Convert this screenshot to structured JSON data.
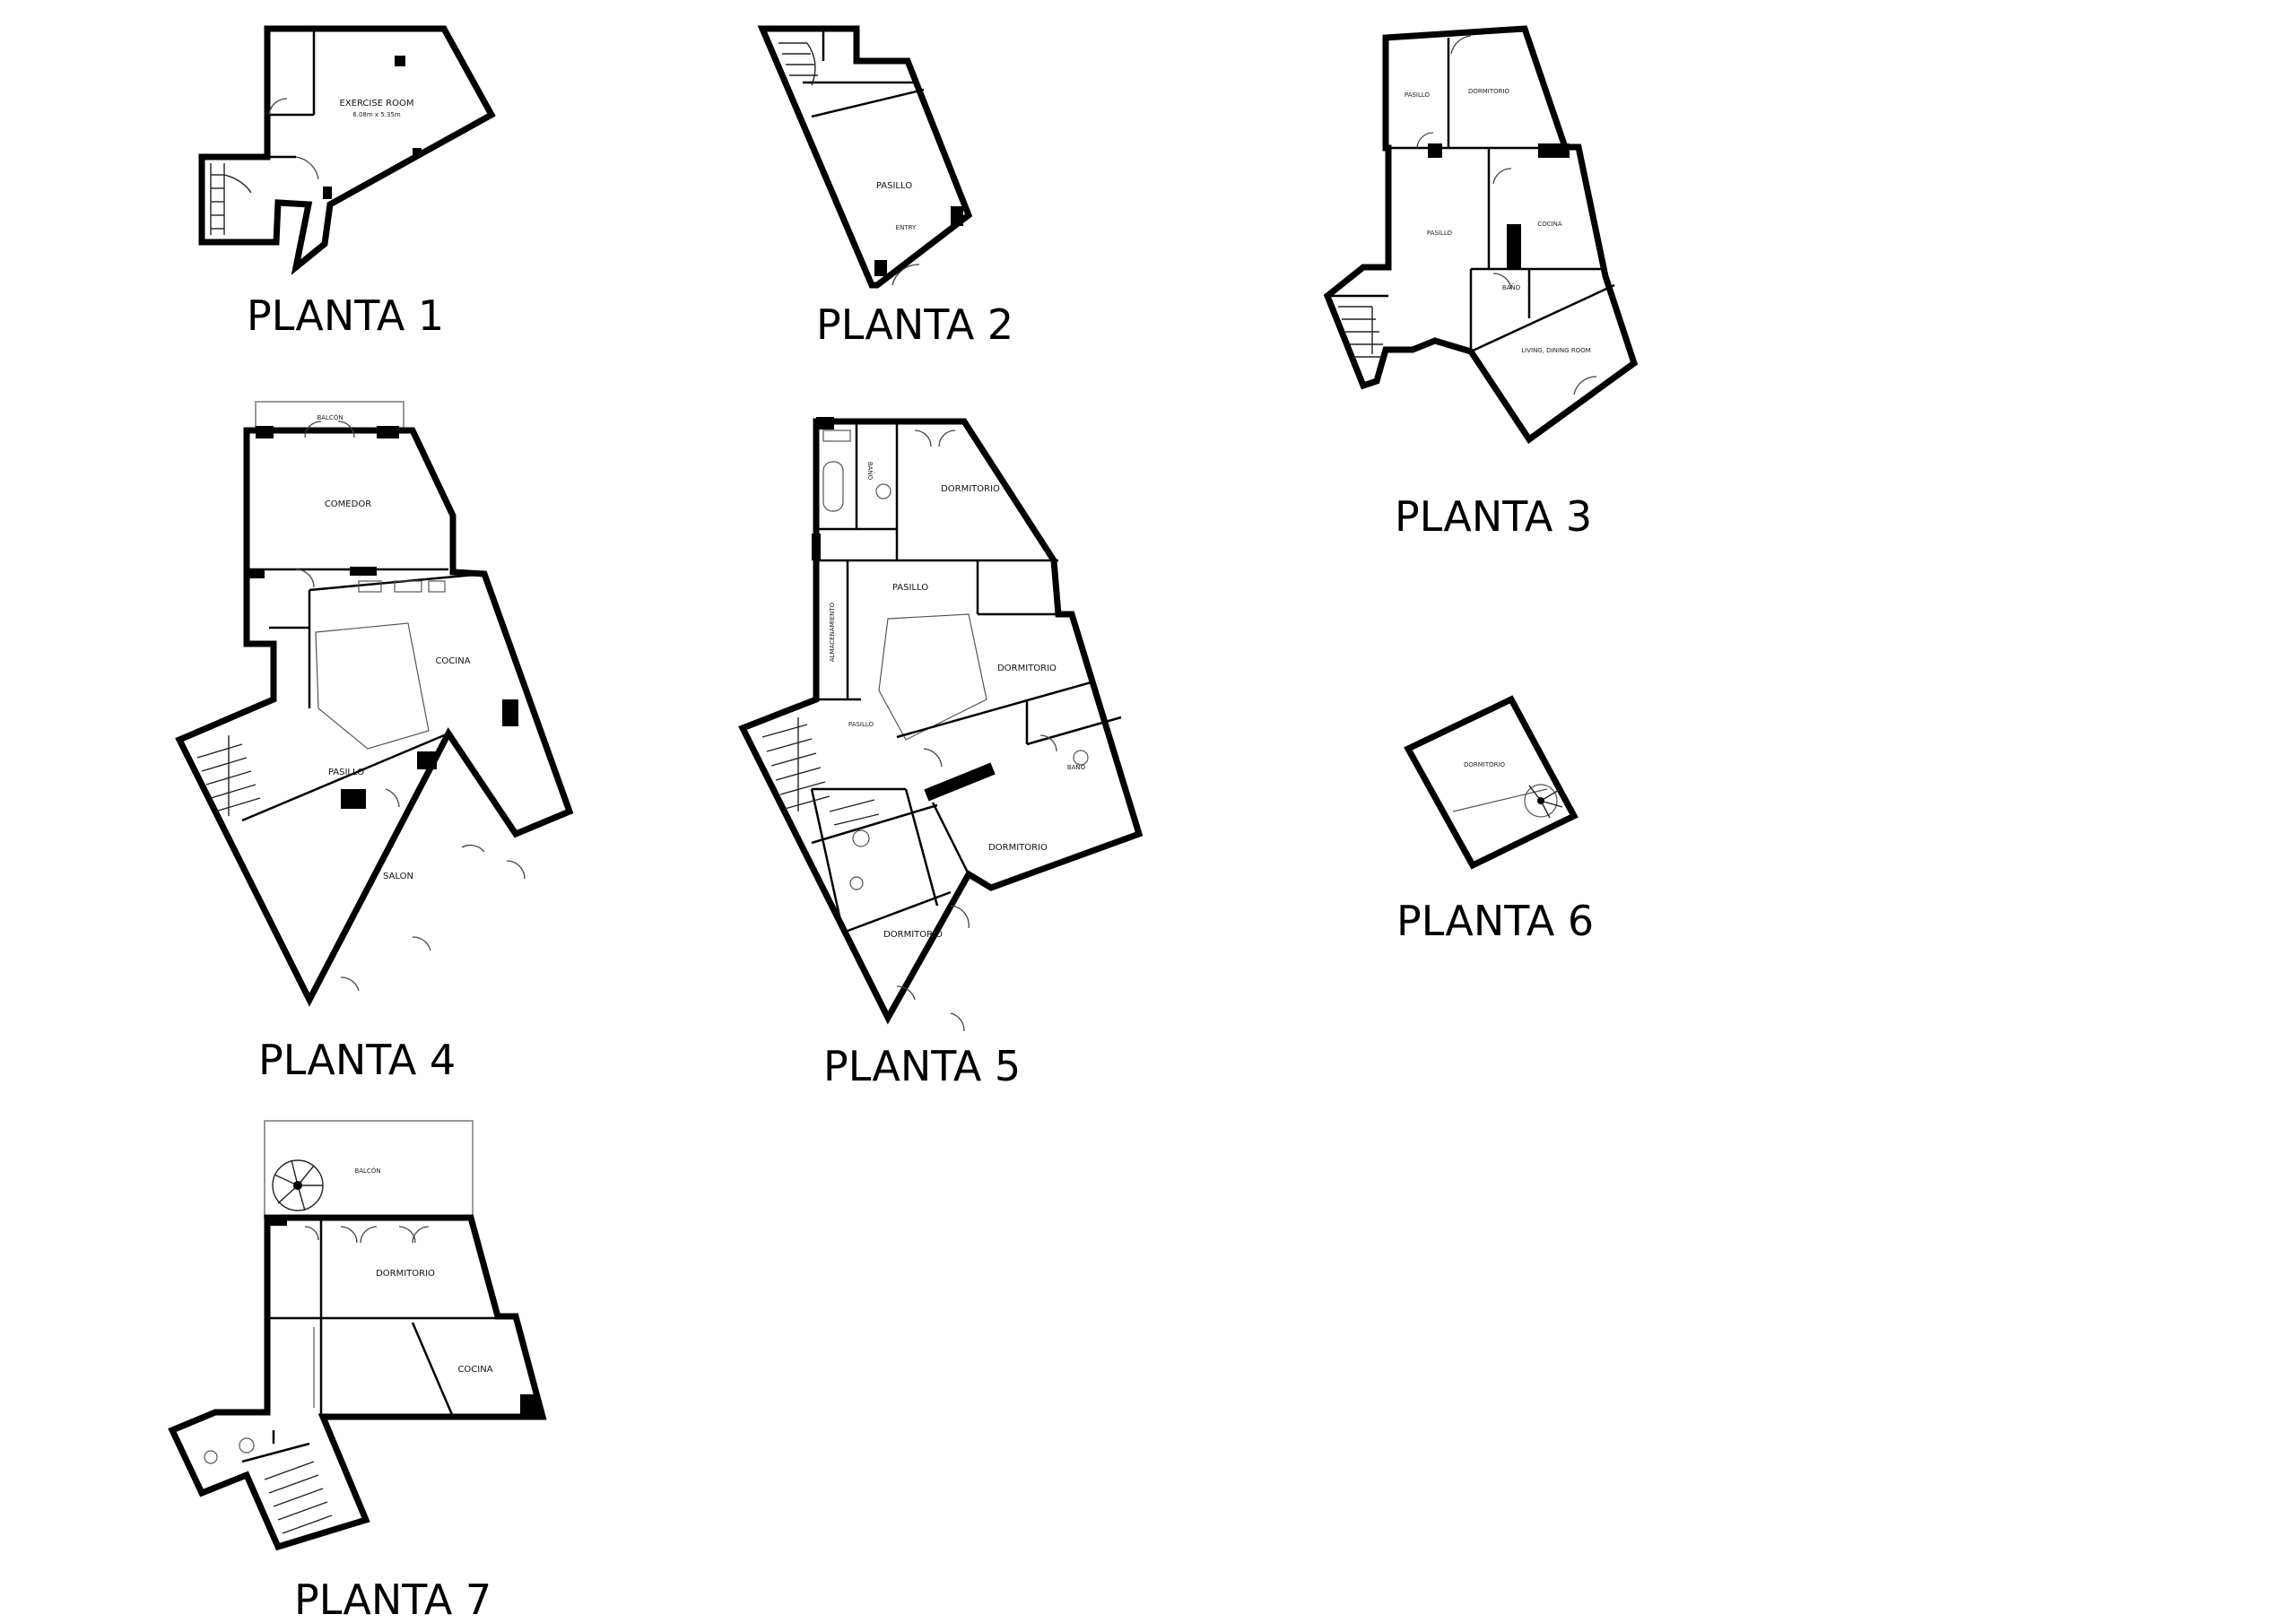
{
  "floors": [
    {
      "title": "PLANTA 1",
      "rooms": [
        "EXERCISE ROOM",
        "6.08m x 5.35m"
      ]
    },
    {
      "title": "PLANTA 2",
      "rooms": [
        "PASILLO",
        "ENTRY"
      ]
    },
    {
      "title": "PLANTA 3",
      "rooms": [
        "PASILLO",
        "DORMITORIO",
        "PASILLO",
        "COCINA",
        "BAÑO",
        "LIVING, DINING ROOM"
      ]
    },
    {
      "title": "PLANTA 4",
      "rooms": [
        "BALCÓN",
        "COMEDOR",
        "COCINA",
        "PASILLO",
        "SALON"
      ]
    },
    {
      "title": "PLANTA 5",
      "rooms": [
        "BAÑO",
        "DORMITORIO",
        "PASILLO",
        "ALMACENAMIENTO",
        "DORMITORIO",
        "PASILLO",
        "BAÑO",
        "DORMITORIO",
        "DORMITORIO"
      ]
    },
    {
      "title": "PLANTA 6",
      "rooms": [
        "DORMITORIO"
      ]
    },
    {
      "title": "PLANTA 7",
      "rooms": [
        "BALCÓN",
        "DORMITORIO",
        "COCINA"
      ]
    }
  ]
}
